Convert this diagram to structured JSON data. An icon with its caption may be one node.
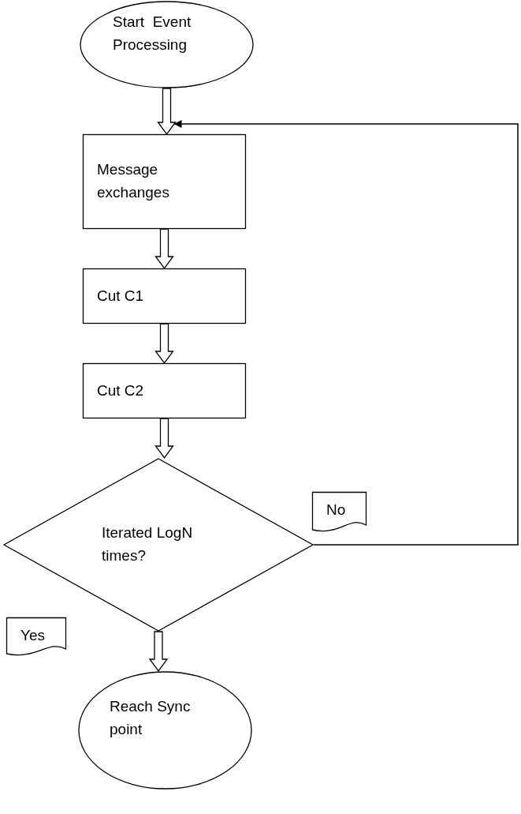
{
  "diagram": {
    "nodes": [
      {
        "text": [
          "Start  Event Processing"
        ]
      },
      {
        "text": [
          "Message exchanges"
        ]
      },
      {
        "text": [
          "Cut C1"
        ]
      },
      {
        "text": [
          "Cut C2"
        ]
      },
      {
        "text": [
          "Iterated LogN times?"
        ]
      },
      {
        "text": [
          "No"
        ]
      },
      {
        "text": [
          "Yes"
        ]
      },
      {
        "text": [
          "Reach Sync point"
        ]
      }
    ],
    "edges": [
      {
        "from": 0,
        "to": 1,
        "arrow": "to"
      },
      {
        "from": 1,
        "to": 2,
        "arrow": "to"
      },
      {
        "from": 2,
        "to": 3,
        "arrow": "to"
      },
      {
        "from": 3,
        "to": 4,
        "arrow": "to"
      },
      {
        "from": 4,
        "to": 7,
        "arrow": "to"
      },
      {
        "from": 4,
        "to": 1,
        "arrow": "to"
      }
    ]
  }
}
